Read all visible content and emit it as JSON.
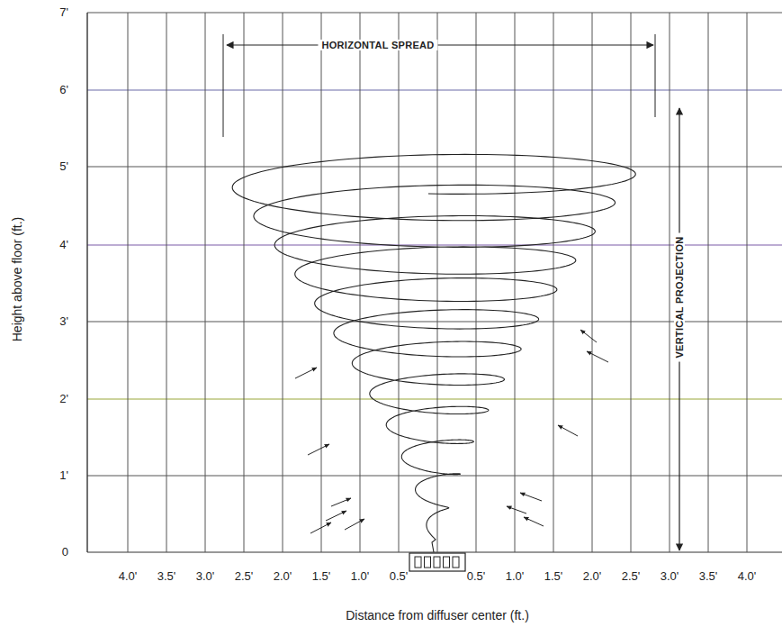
{
  "diagram": {
    "labels": [
      "HORIZONTAL SPREAD",
      "VERTICAL PROJECTION",
      "Height above floor (ft.)",
      "Distance from diffuser center (ft.)",
      "7'",
      "6'",
      "5'",
      "4'",
      "3'",
      "2'",
      "1'",
      "0",
      "4.0'",
      "3.5'",
      "3.0'",
      "2.5'",
      "2.0'",
      "1.5'",
      "1.0'",
      "0.5'",
      "0.5'",
      "1.0'",
      "1.5'",
      "2.0'",
      "2.5'",
      "3.0'",
      "3.5'",
      "4.0'"
    ]
  }
}
